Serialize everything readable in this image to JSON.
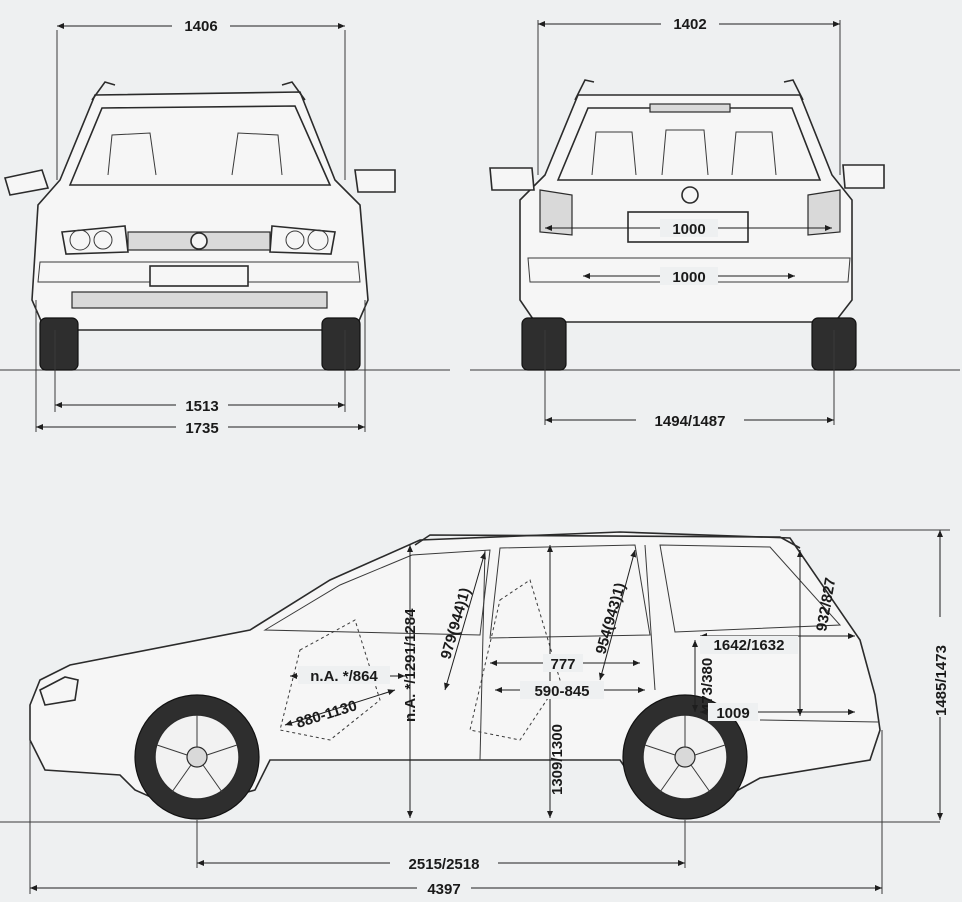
{
  "front_view": {
    "roof_width": "1406",
    "track": "1513",
    "overall_width": "1735"
  },
  "rear_view": {
    "roof_width": "1402",
    "tailgate_opening_width": "1000",
    "load_sill_width": "1000",
    "track": "1494/1487"
  },
  "side_view": {
    "front_headroom_label": "n.A. */864",
    "front_seat_travel": "880-1130",
    "front_height_label": "n.A. */1291/1284",
    "front_head_diag": "979(944)1)",
    "rear_head_diag": "954(943)1)",
    "shoulder_length": "777",
    "knee_room": "590-845",
    "floor_height_rear": "473/380",
    "rear_height": "1309/1300",
    "load_length": "1642/1632",
    "load_height": "932/827",
    "load_floor_length": "1009",
    "overall_height": "1485/1473",
    "wheelbase": "2515/2518",
    "overall_length": "4397"
  }
}
